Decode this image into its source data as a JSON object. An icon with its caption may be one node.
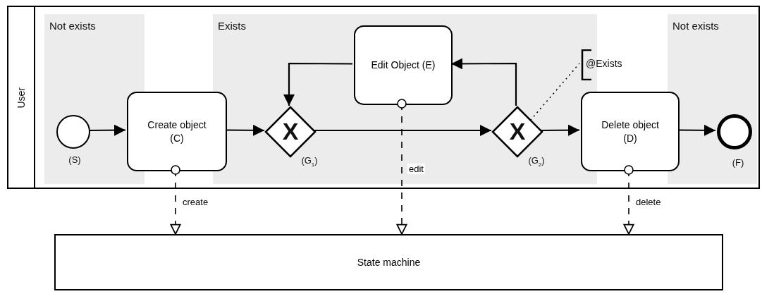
{
  "diagram": {
    "nodes": [
      {
        "text": [
          "User"
        ]
      },
      {
        "text": [
          "Not exists"
        ],
        "in": 0
      },
      {
        "text": [],
        "shape": "circle",
        "in": 1,
        "beside": [
          "(S)"
        ]
      },
      {
        "text": [
          "Create object (C)"
        ],
        "in": 0
      },
      {
        "text": [
          "Exists"
        ],
        "in": 0
      },
      {
        "text": [
          "X"
        ],
        "in": 4,
        "beside": [
          "(G$_{1}$)"
        ]
      },
      {
        "text": [
          "Edit Object (E)"
        ],
        "in": 4
      },
      {
        "text": [
          "X"
        ],
        "in": 4,
        "beside": [
          "(G$_{2}$)"
        ]
      },
      {
        "text": [
          "@Exists"
        ],
        "in": 0
      },
      {
        "text": [
          "Delete object (D)"
        ],
        "in": 0
      },
      {
        "text": [
          "Not exists"
        ],
        "in": 0
      },
      {
        "text": [],
        "shape": "circle",
        "in": 10,
        "beside": [
          "(F)"
        ]
      },
      {
        "text": [
          "State machine"
        ]
      }
    ],
    "edges": [
      {
        "from": 2,
        "to": 3,
        "arrow": "to"
      },
      {
        "from": 3,
        "to": 5,
        "arrow": "to"
      },
      {
        "from": 5,
        "to": 7,
        "arrow": "to"
      },
      {
        "from": 7,
        "to": 9,
        "arrow": "to"
      },
      {
        "from": 9,
        "to": 11,
        "arrow": "to"
      },
      {
        "from": 7,
        "to": 6,
        "arrow": "to"
      },
      {
        "from": 6,
        "to": 5,
        "arrow": "to"
      },
      {
        "from": 3,
        "to": 12,
        "arrow": "to",
        "label": "create",
        "style": "dashed"
      },
      {
        "from": 6,
        "to": 12,
        "arrow": "to",
        "label": "edit",
        "style": "dashed"
      },
      {
        "from": 9,
        "to": 12,
        "arrow": "to",
        "label": "delete",
        "style": "dashed"
      },
      {
        "from": 7,
        "to": 8,
        "arrow": "none",
        "style": "dashed"
      }
    ]
  }
}
